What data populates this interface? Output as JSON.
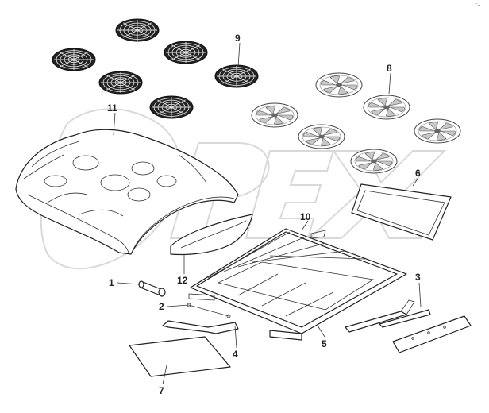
{
  "corner_mark": "⁻–",
  "callouts": [
    {
      "id": "label-1",
      "text": "1"
    },
    {
      "id": "label-2",
      "text": "2"
    },
    {
      "id": "label-3",
      "text": "3"
    },
    {
      "id": "label-4",
      "text": "4"
    },
    {
      "id": "label-5",
      "text": "5"
    },
    {
      "id": "label-6",
      "text": "6"
    },
    {
      "id": "label-7",
      "text": "7"
    },
    {
      "id": "label-8",
      "text": "8"
    },
    {
      "id": "label-9",
      "text": "9"
    },
    {
      "id": "label-10",
      "text": "10"
    },
    {
      "id": "label-11",
      "text": "11"
    },
    {
      "id": "label-12",
      "text": "12"
    }
  ],
  "colors": {
    "ink": "#222222",
    "watermark": "#d9d9d9",
    "background": "#ffffff"
  }
}
